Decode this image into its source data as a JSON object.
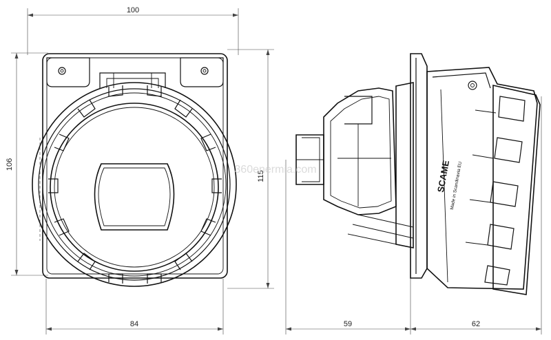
{
  "dimensions": {
    "front_width_top": "100",
    "front_height_left": "106",
    "front_height_right": "115",
    "front_width_bottom": "84",
    "side_depth_rear": "59",
    "side_depth_front": "62"
  },
  "side_view": {
    "brand": "SCAME",
    "origin_note": "Made in Scandinavia EU"
  },
  "watermark": {
    "text": "360enermia.com"
  }
}
